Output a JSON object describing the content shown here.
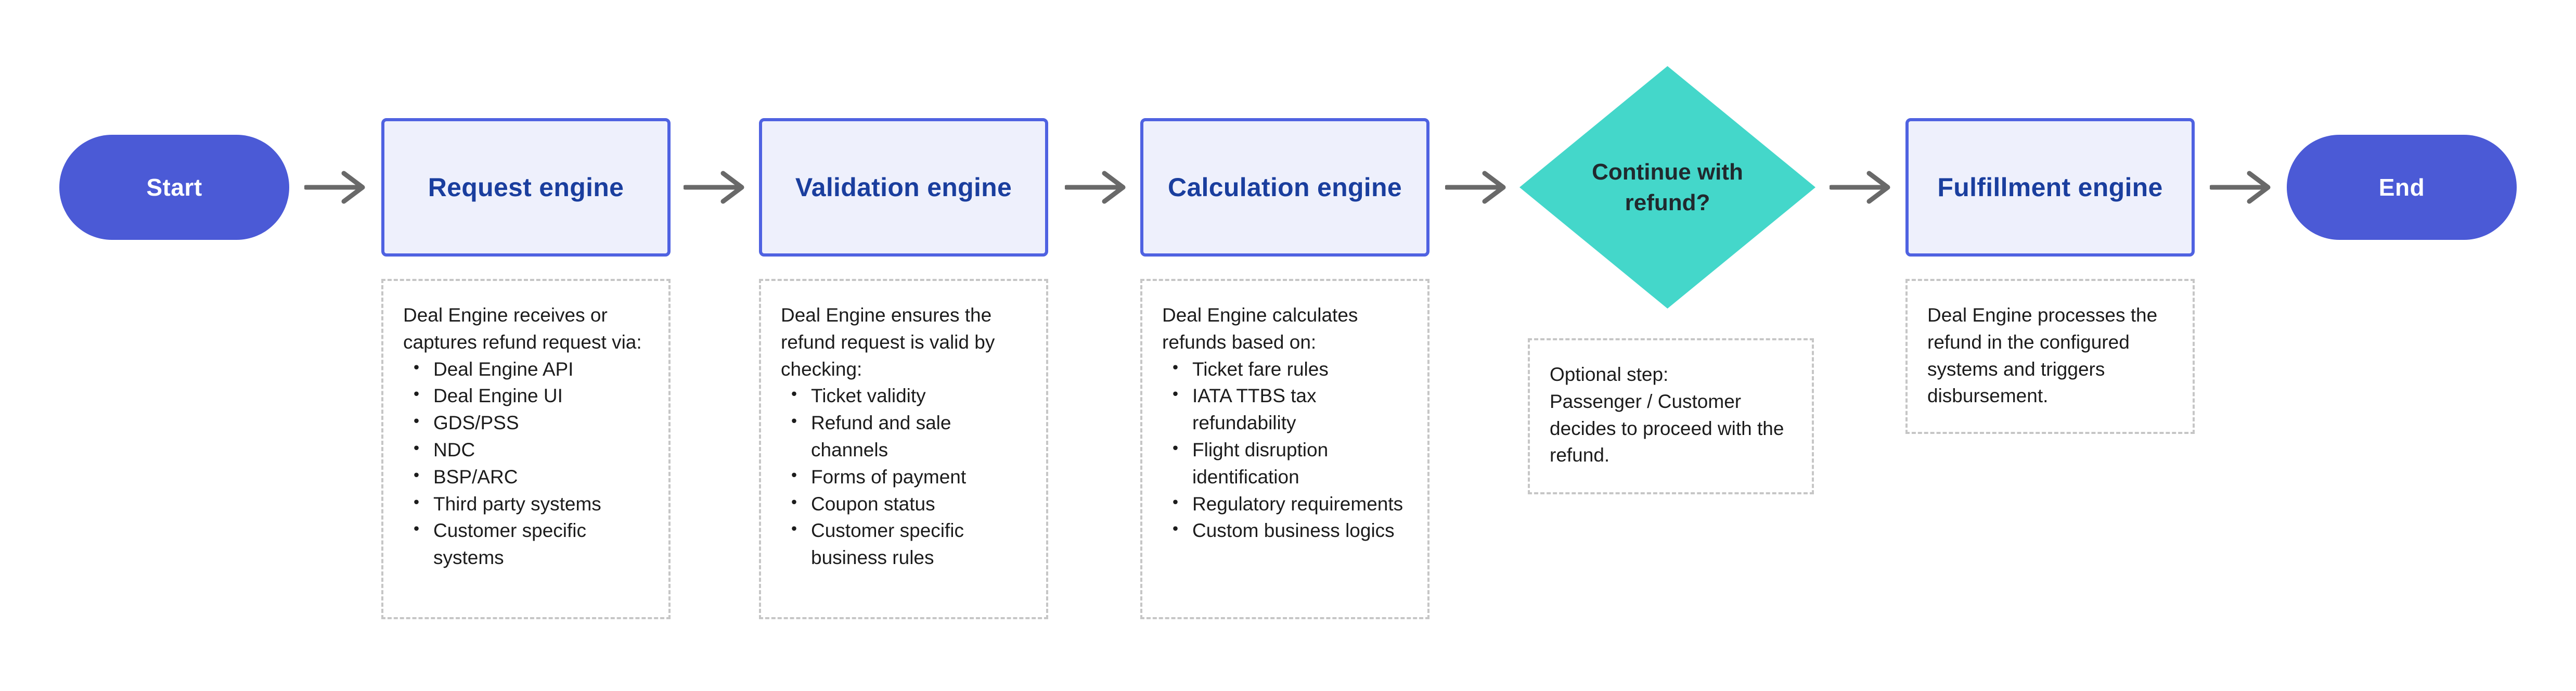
{
  "flow": {
    "start": "Start",
    "steps": [
      "Request engine",
      "Validation engine",
      "Calculation engine"
    ],
    "decision": "Continue with refund?",
    "fulfillment": "Fulfillment engine",
    "end": "End"
  },
  "notes": [
    {
      "intro": "Deal Engine receives or captures refund request via:",
      "items": [
        "Deal Engine API",
        "Deal Engine UI",
        "GDS/PSS",
        "NDC",
        "BSP/ARC",
        "Third party systems",
        "Customer specific systems"
      ]
    },
    {
      "intro": "Deal Engine ensures the refund request is valid by checking:",
      "items": [
        "Ticket validity",
        "Refund and sale channels",
        "Forms of payment",
        "Coupon status",
        "Customer specific business rules"
      ]
    },
    {
      "intro": "Deal Engine calculates refunds based on:",
      "items": [
        "Ticket fare rules",
        "IATA TTBS tax refundability",
        "Flight disruption identification",
        "Regulatory requirements",
        "Custom business logics"
      ]
    },
    {
      "intro": "Optional step:",
      "text": "Passenger / Customer decides to proceed with the refund."
    },
    {
      "text": "Deal Engine processes the refund in the configured systems and triggers disbursement."
    }
  ],
  "colors": {
    "pill": "#4B5AD6",
    "pill-text": "#FFFFFF",
    "box-fill": "#EEF0FC",
    "box-border": "#4F62E1",
    "box-title": "#1A3E9E",
    "diamond": "#44D7CA",
    "diamond-text": "#21292E",
    "arrow": "#696969",
    "note-border": "#C6C6C6",
    "note-text": "#1C1C1C",
    "bg": "#FFFFFF"
  }
}
